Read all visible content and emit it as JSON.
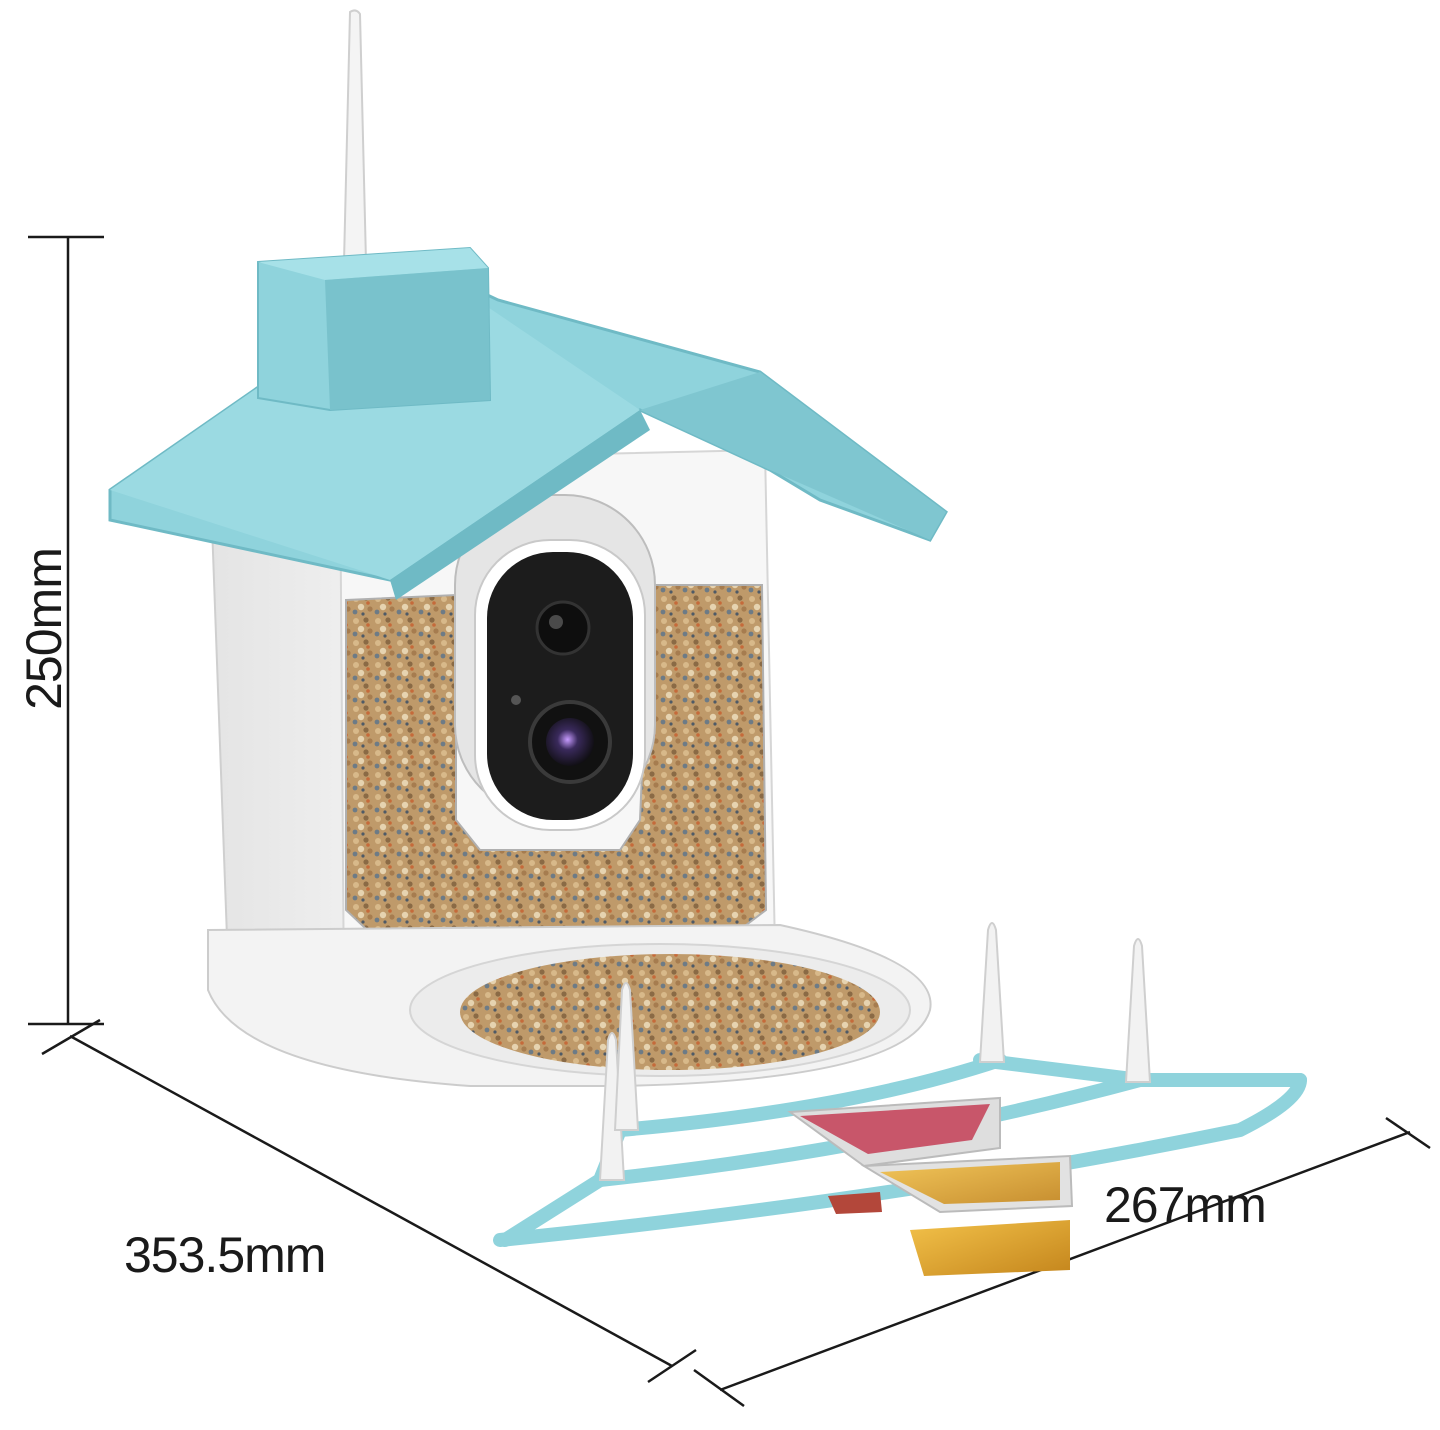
{
  "dimensions": {
    "height": "250mm",
    "depth": "353.5mm",
    "width": "267mm"
  },
  "colors": {
    "roof": "#8fd3dc",
    "roof_dark": "#6fbac5",
    "body": "#f1f1f1",
    "seed": "#b8956a",
    "camera_face": "#1c1c1c",
    "line": "#1a1a1a"
  },
  "icons": {
    "antenna": "antenna-icon",
    "camera": "camera-icon"
  }
}
